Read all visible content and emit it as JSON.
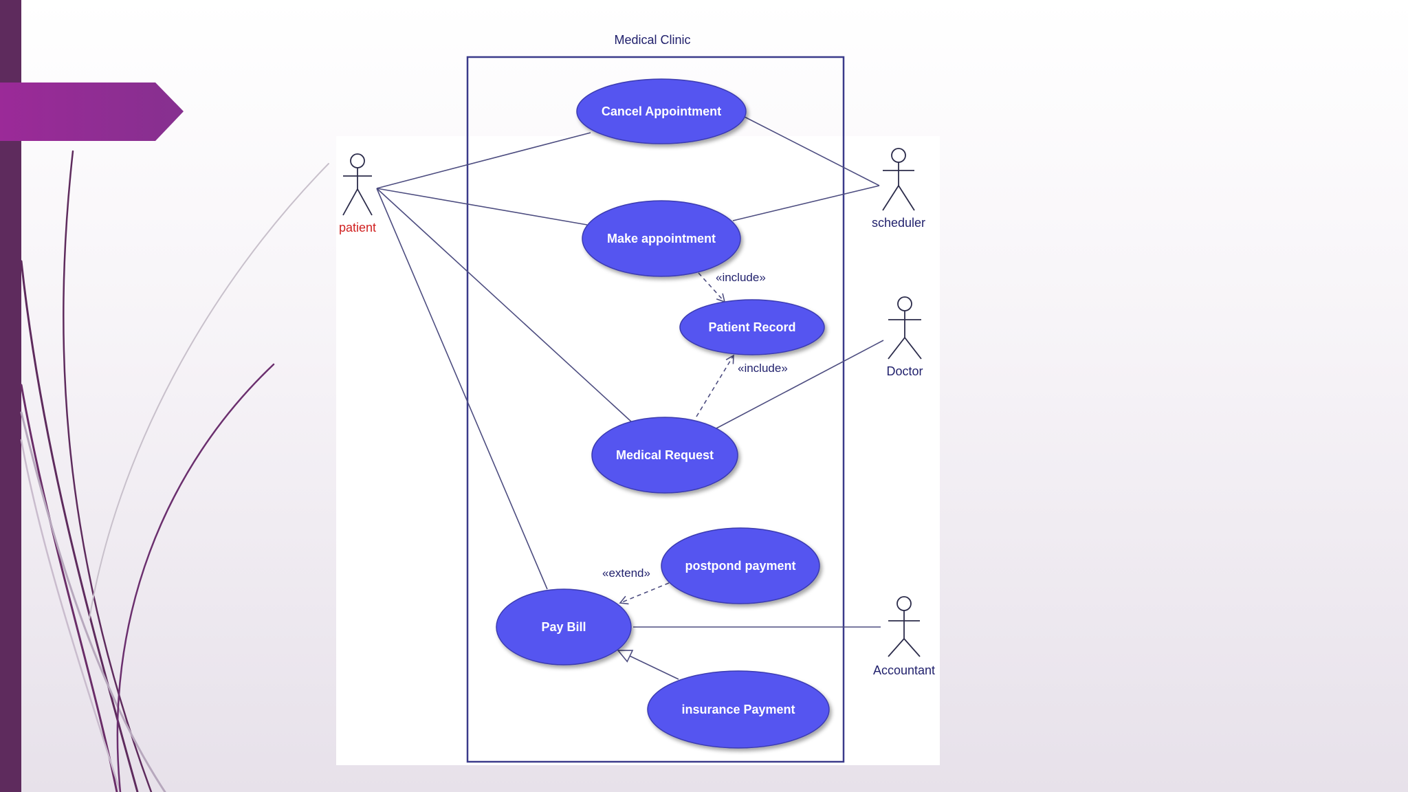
{
  "diagram": {
    "system_name": "Medical Clinic",
    "use_cases": {
      "cancel_appointment": "Cancel Appointment",
      "make_appointment": "Make appointment",
      "patient_record": "Patient Record",
      "medical_request": "Medical Request",
      "postpond_payment": "postpond payment",
      "pay_bill": "Pay Bill",
      "insurance_payment": "insurance Payment"
    },
    "actors": {
      "patient": "patient",
      "scheduler": "scheduler",
      "doctor": "Doctor",
      "accountant": "Accountant"
    },
    "relations": {
      "include_1": "«include»",
      "include_2": "«include»",
      "extend": "«extend»"
    }
  },
  "colors": {
    "sidebar": "#5e2b5d",
    "arrow_banner": "#8e2a93",
    "use_case_fill": "#5454f0",
    "line": "#4d4d80",
    "patient_label": "#d02020"
  }
}
